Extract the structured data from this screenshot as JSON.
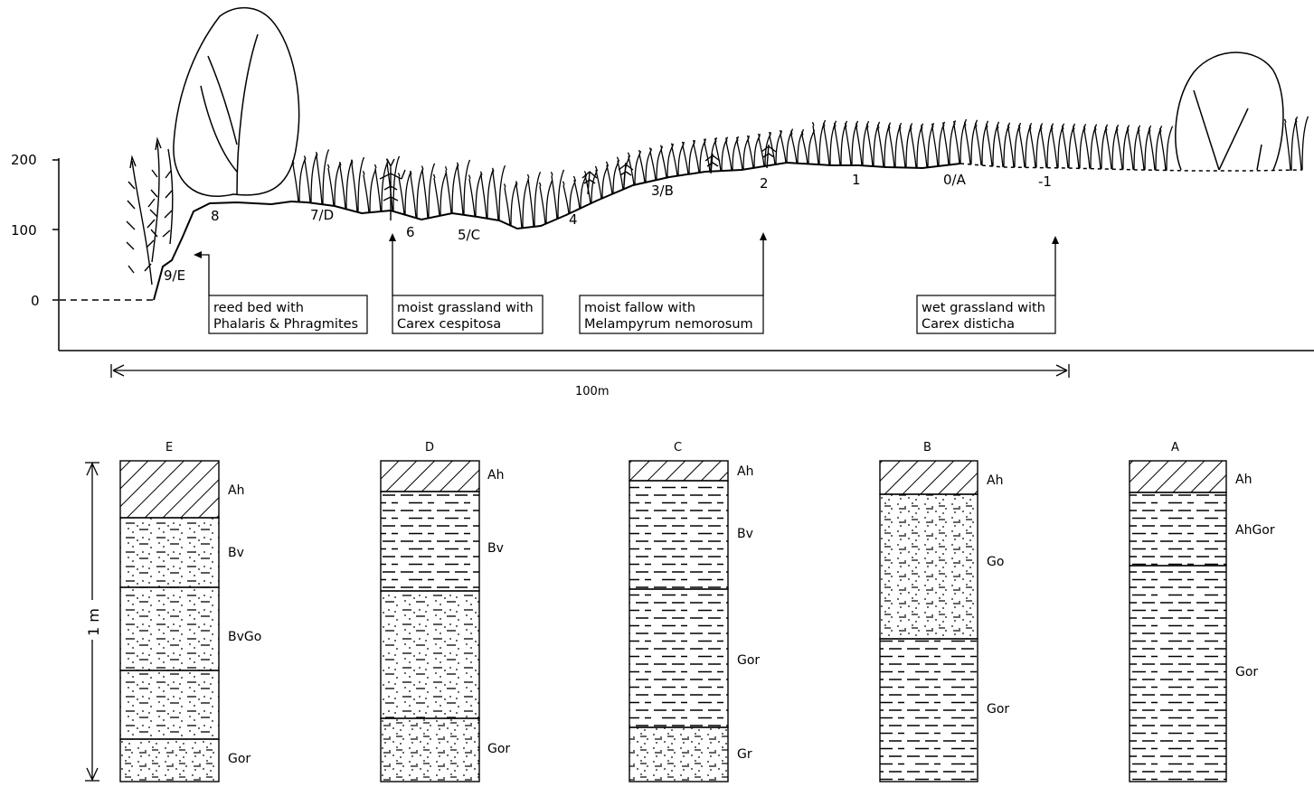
{
  "transect": {
    "y_axis_ticks": [
      "200",
      "100",
      "0"
    ],
    "stations": [
      "9/E",
      "8",
      "7/D",
      "6",
      "5/C",
      "4",
      "3/B",
      "2",
      "1",
      "0/A",
      "-1"
    ],
    "vegetation_boxes": [
      {
        "line1": "reed bed with",
        "line2": "Phalaris & Phragmites"
      },
      {
        "line1": "moist grassland with",
        "line2": "Carex cespitosa"
      },
      {
        "line1": "moist fallow with",
        "line2": "Melampyrum nemorosum"
      },
      {
        "line1": "wet grassland with",
        "line2": "Carex disticha"
      }
    ],
    "scale_label": "100m"
  },
  "soil_profiles": {
    "depth_label": "1 m",
    "profiles": [
      {
        "title": "E",
        "horizons": [
          {
            "label": "Ah",
            "texture": "hatched"
          },
          {
            "label": "Bv",
            "texture": "dashes-dots"
          },
          {
            "label": "BvGo",
            "texture": "dashes-dots"
          },
          {
            "label": "",
            "texture": "dashes-dots"
          },
          {
            "label": "Gor",
            "texture": "dashes-dots"
          }
        ]
      },
      {
        "title": "D",
        "horizons": [
          {
            "label": "Ah",
            "texture": "hatched"
          },
          {
            "label": "Bv",
            "texture": "dashes"
          },
          {
            "label": "",
            "texture": "dashes-dots"
          },
          {
            "label": "Gor",
            "texture": "dashes-dots"
          }
        ]
      },
      {
        "title": "C",
        "horizons": [
          {
            "label": "Ah",
            "texture": "hatched"
          },
          {
            "label": "Bv",
            "texture": "dashes"
          },
          {
            "label": "Gor",
            "texture": "dashes"
          },
          {
            "label": "Gr",
            "texture": "dots-dashes"
          }
        ]
      },
      {
        "title": "B",
        "horizons": [
          {
            "label": "Ah",
            "texture": "hatched"
          },
          {
            "label": "Go",
            "texture": "dots-dashes"
          },
          {
            "label": "Gor",
            "texture": "dashes"
          }
        ]
      },
      {
        "title": "A",
        "horizons": [
          {
            "label": "Ah",
            "texture": "hatched"
          },
          {
            "label": "AhGor",
            "texture": "dashes"
          },
          {
            "label": "Gor",
            "texture": "dashes"
          }
        ]
      }
    ]
  }
}
